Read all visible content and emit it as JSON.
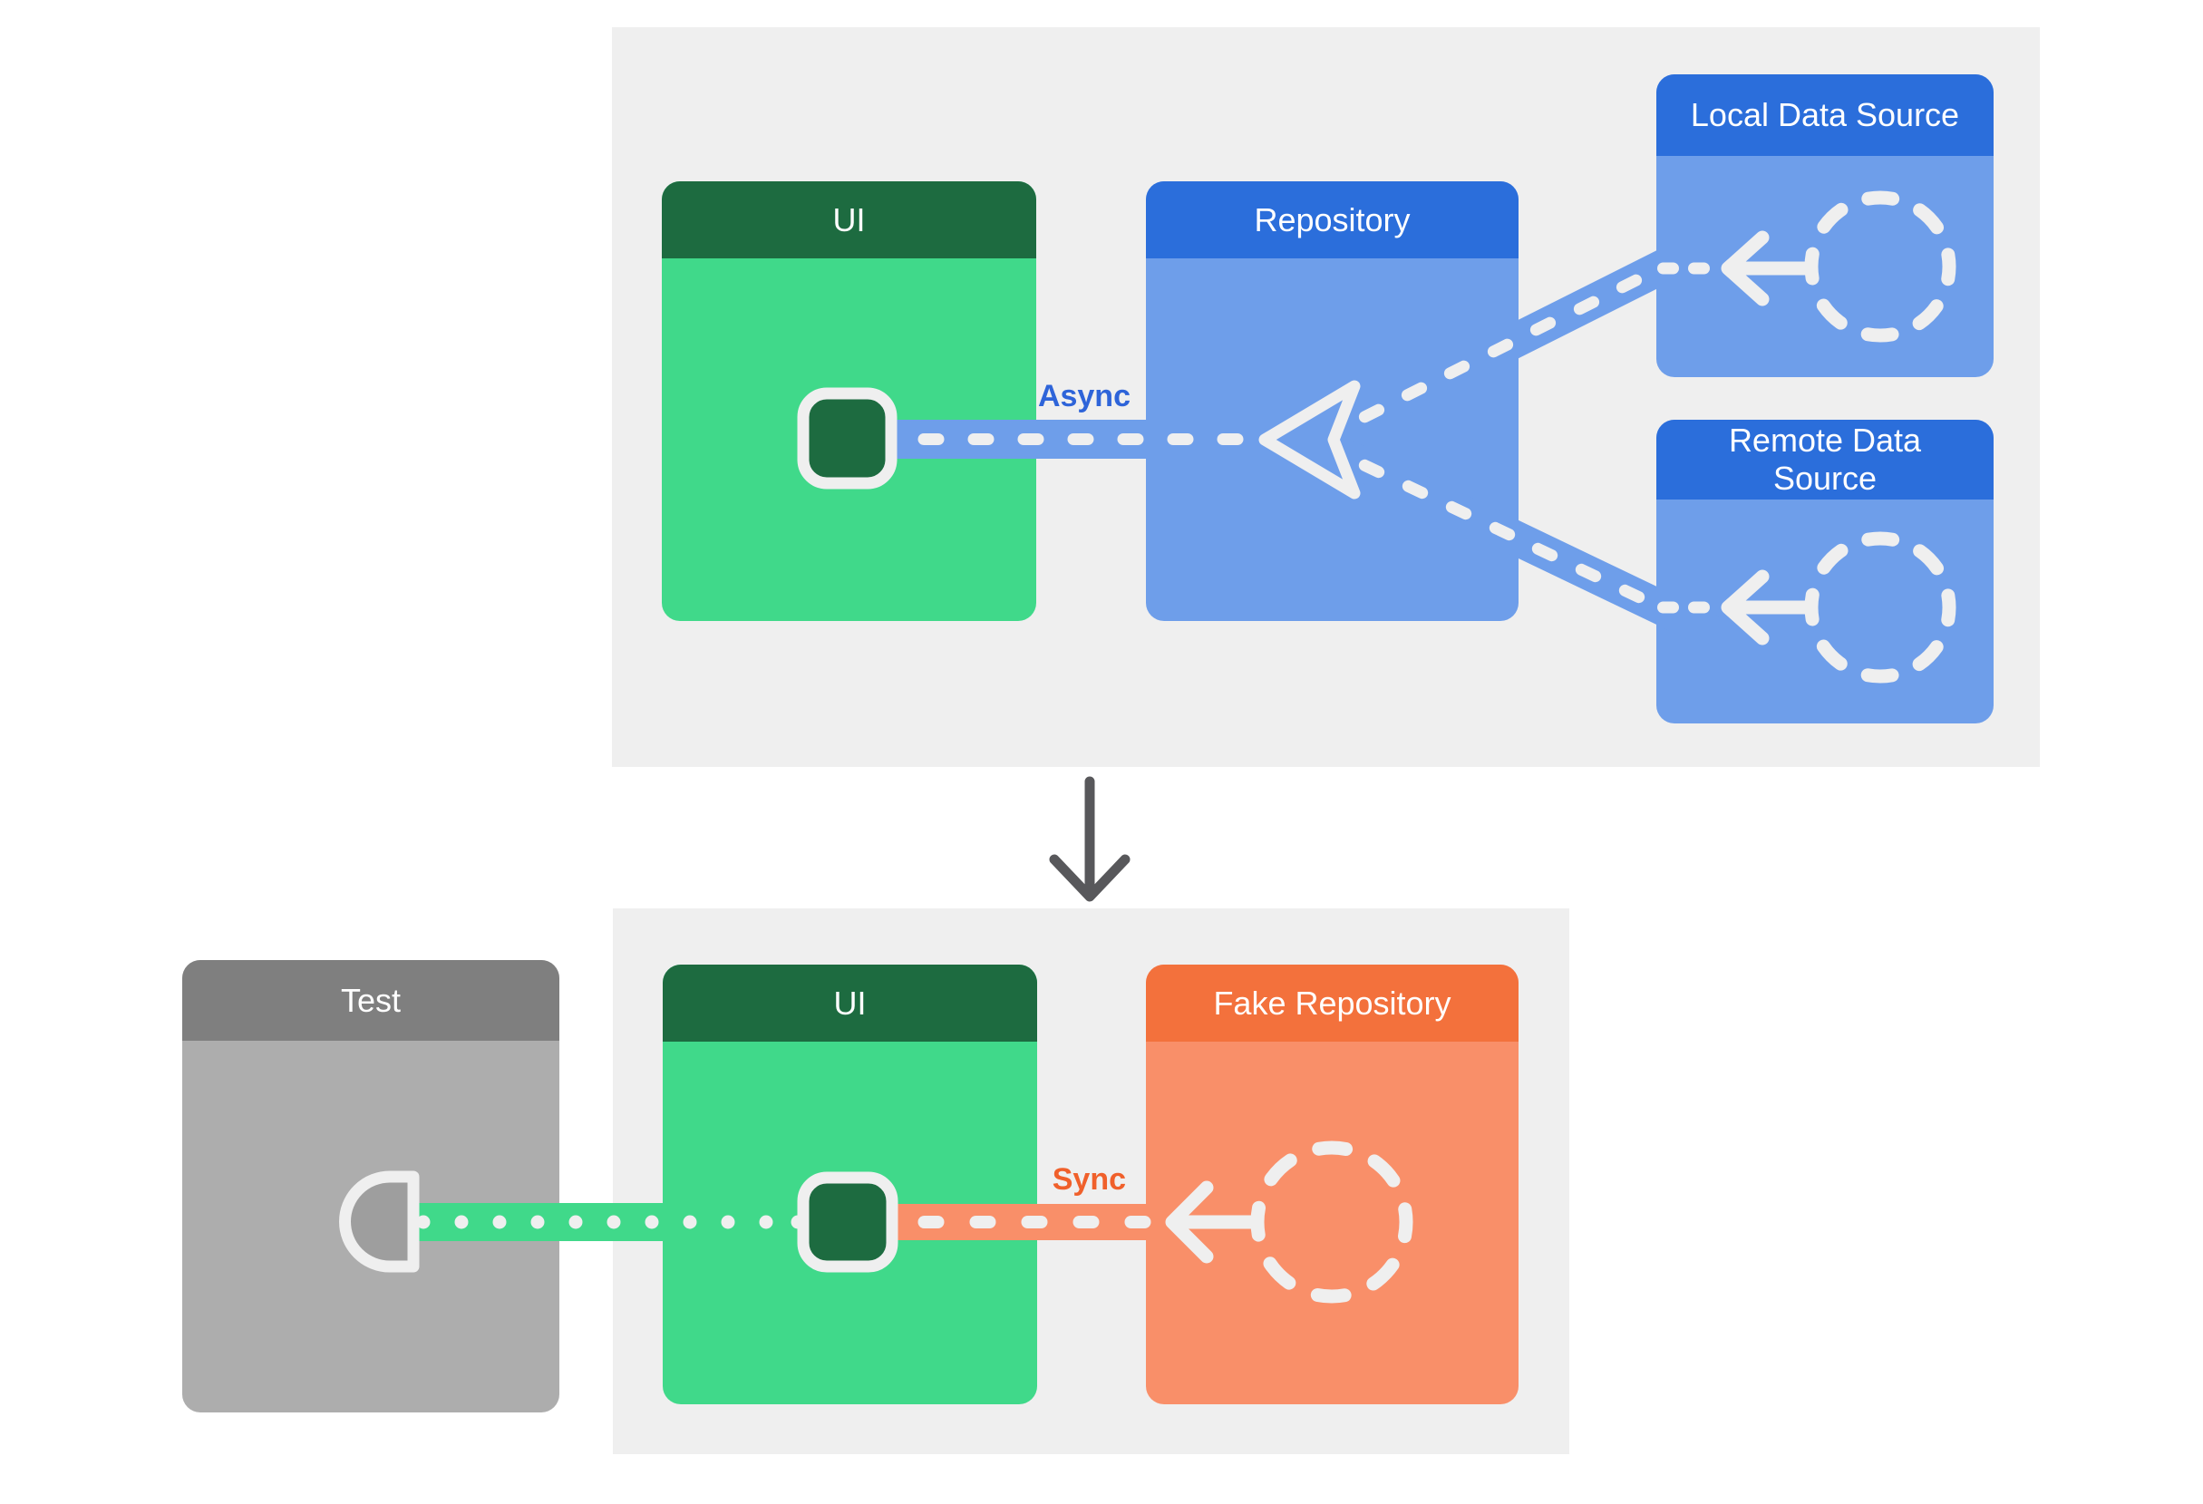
{
  "before_section": {
    "ui_box": {
      "title": "UI"
    },
    "repository_box": {
      "title": "Repository"
    },
    "local_data_source_box": {
      "title": "Local Data Source"
    },
    "remote_data_source_box": {
      "title": "Remote Data Source"
    },
    "connection_label": "Async"
  },
  "after_section": {
    "test_box": {
      "title": "Test"
    },
    "ui_box": {
      "title": "UI"
    },
    "fake_repository_box": {
      "title": "Fake Repository"
    },
    "connection_label": "Sync"
  },
  "colors": {
    "panel_gray": "#efefef",
    "green_header": "#1d6b40",
    "green_body": "#40d98a",
    "blue_header": "#2b6edb",
    "blue_body": "#6e9eea",
    "orange_header": "#f3713c",
    "orange_body": "#f98f69",
    "test_header_gray": "#7f7f7f",
    "test_body_gray": "#adadad",
    "connector_white": "#efefef",
    "async_label_color": "#2e64d9",
    "sync_label_color": "#f0602b",
    "down_arrow_color": "#58585b"
  }
}
